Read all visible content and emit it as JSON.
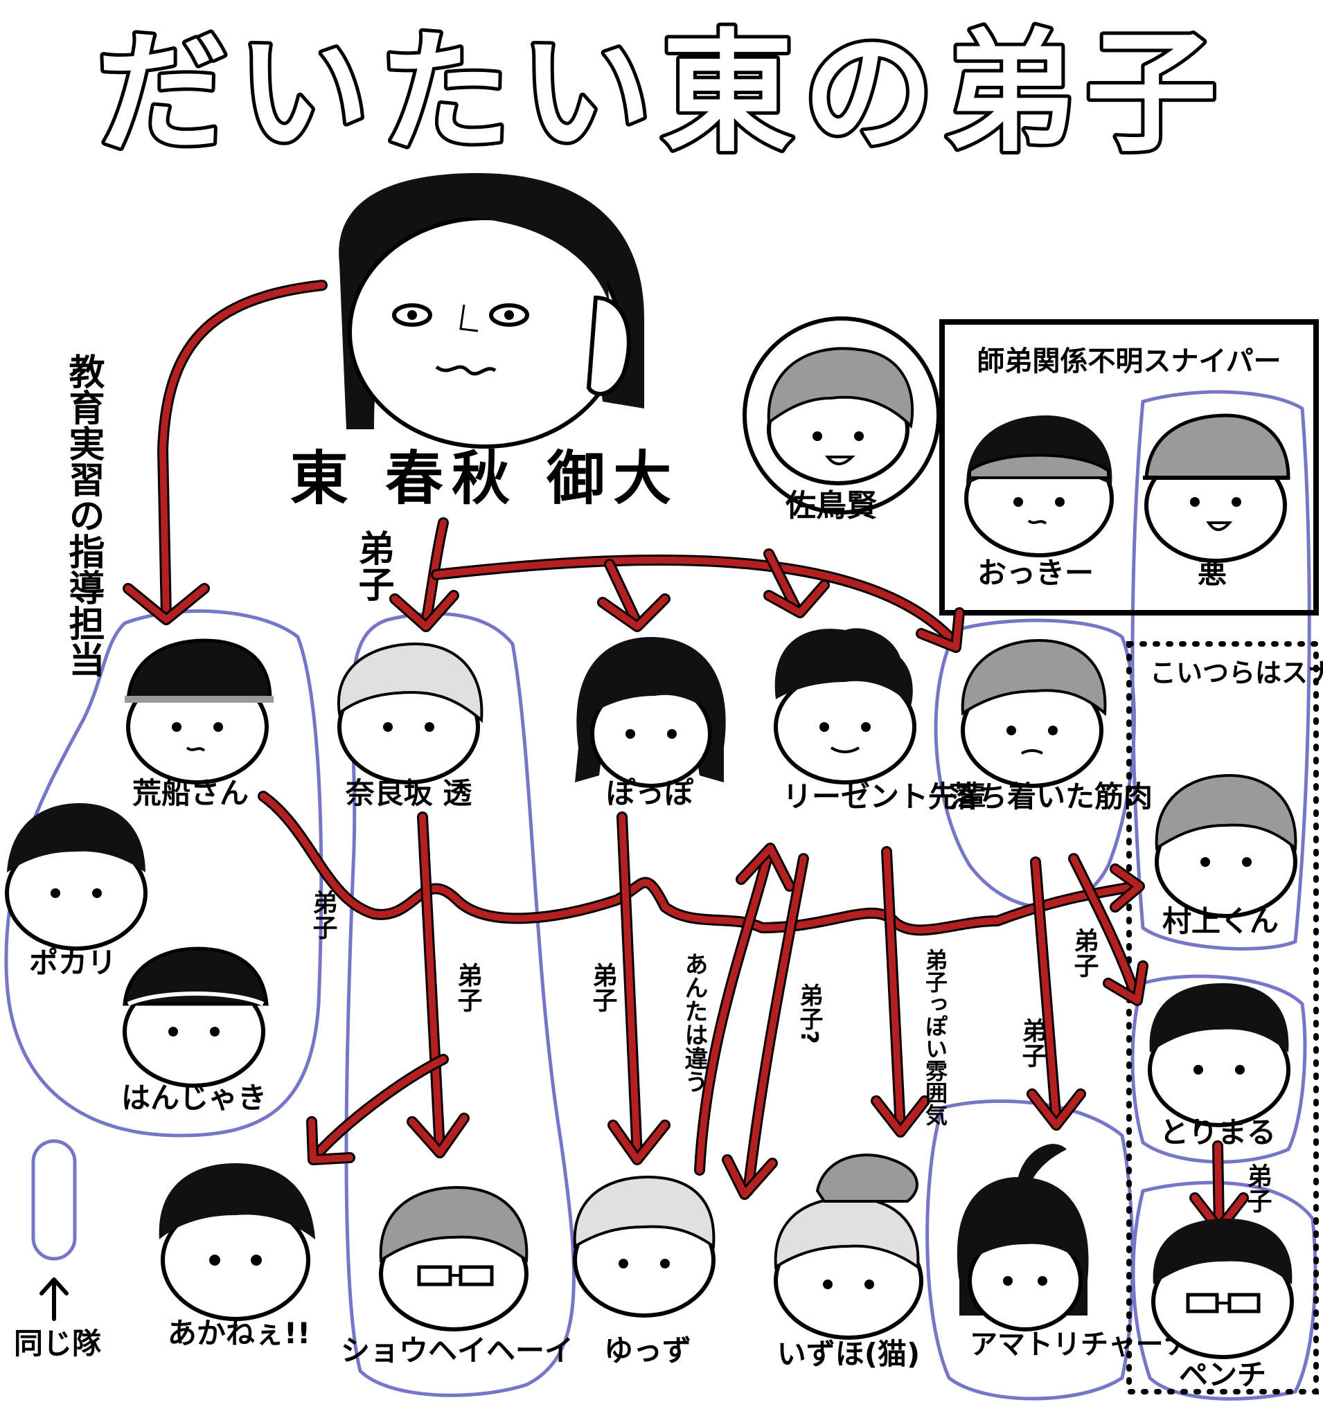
{
  "title": "だいたい東の弟子",
  "master": {
    "name": "東 春秋 御大"
  },
  "teaching_note": "教育実習の指導担当",
  "label_deshi": "弟子",
  "label_not_you": "あんたは違う",
  "label_deshi_q": "弟子?",
  "label_deshi_like": "弟子っぽい雰囲気",
  "legend_same_unit": "同じ隊",
  "unknown_box": {
    "title": "師弟関係不明スナイパー"
  },
  "not_sniper_note": "こいつらはスナイパーじゃない",
  "characters": {
    "satori": "佐鳥賢",
    "okki": "おっきー",
    "waru": "悪",
    "arafune": "荒船さん",
    "narasaka": "奈良坂 透",
    "poppo": "ぽっぽ",
    "regent": "リーゼント先輩",
    "kinniku": "落ち着いた筋肉",
    "murakami": "村上くん",
    "pokari": "ポカリ",
    "hanjaki": "はんじゃき",
    "akanee": "あかねぇ!!",
    "shouhei": "ショウヘイヘーイ",
    "yuzzu": "ゆっず",
    "izuho": "いずほ(猫)",
    "amatori": "アマトリチャーナ",
    "torimaru": "とりまる",
    "pench": "ペンチ"
  },
  "colors": {
    "arrow": "#b3201f",
    "group_outline": "#7676c9",
    "ink": "#000000"
  }
}
